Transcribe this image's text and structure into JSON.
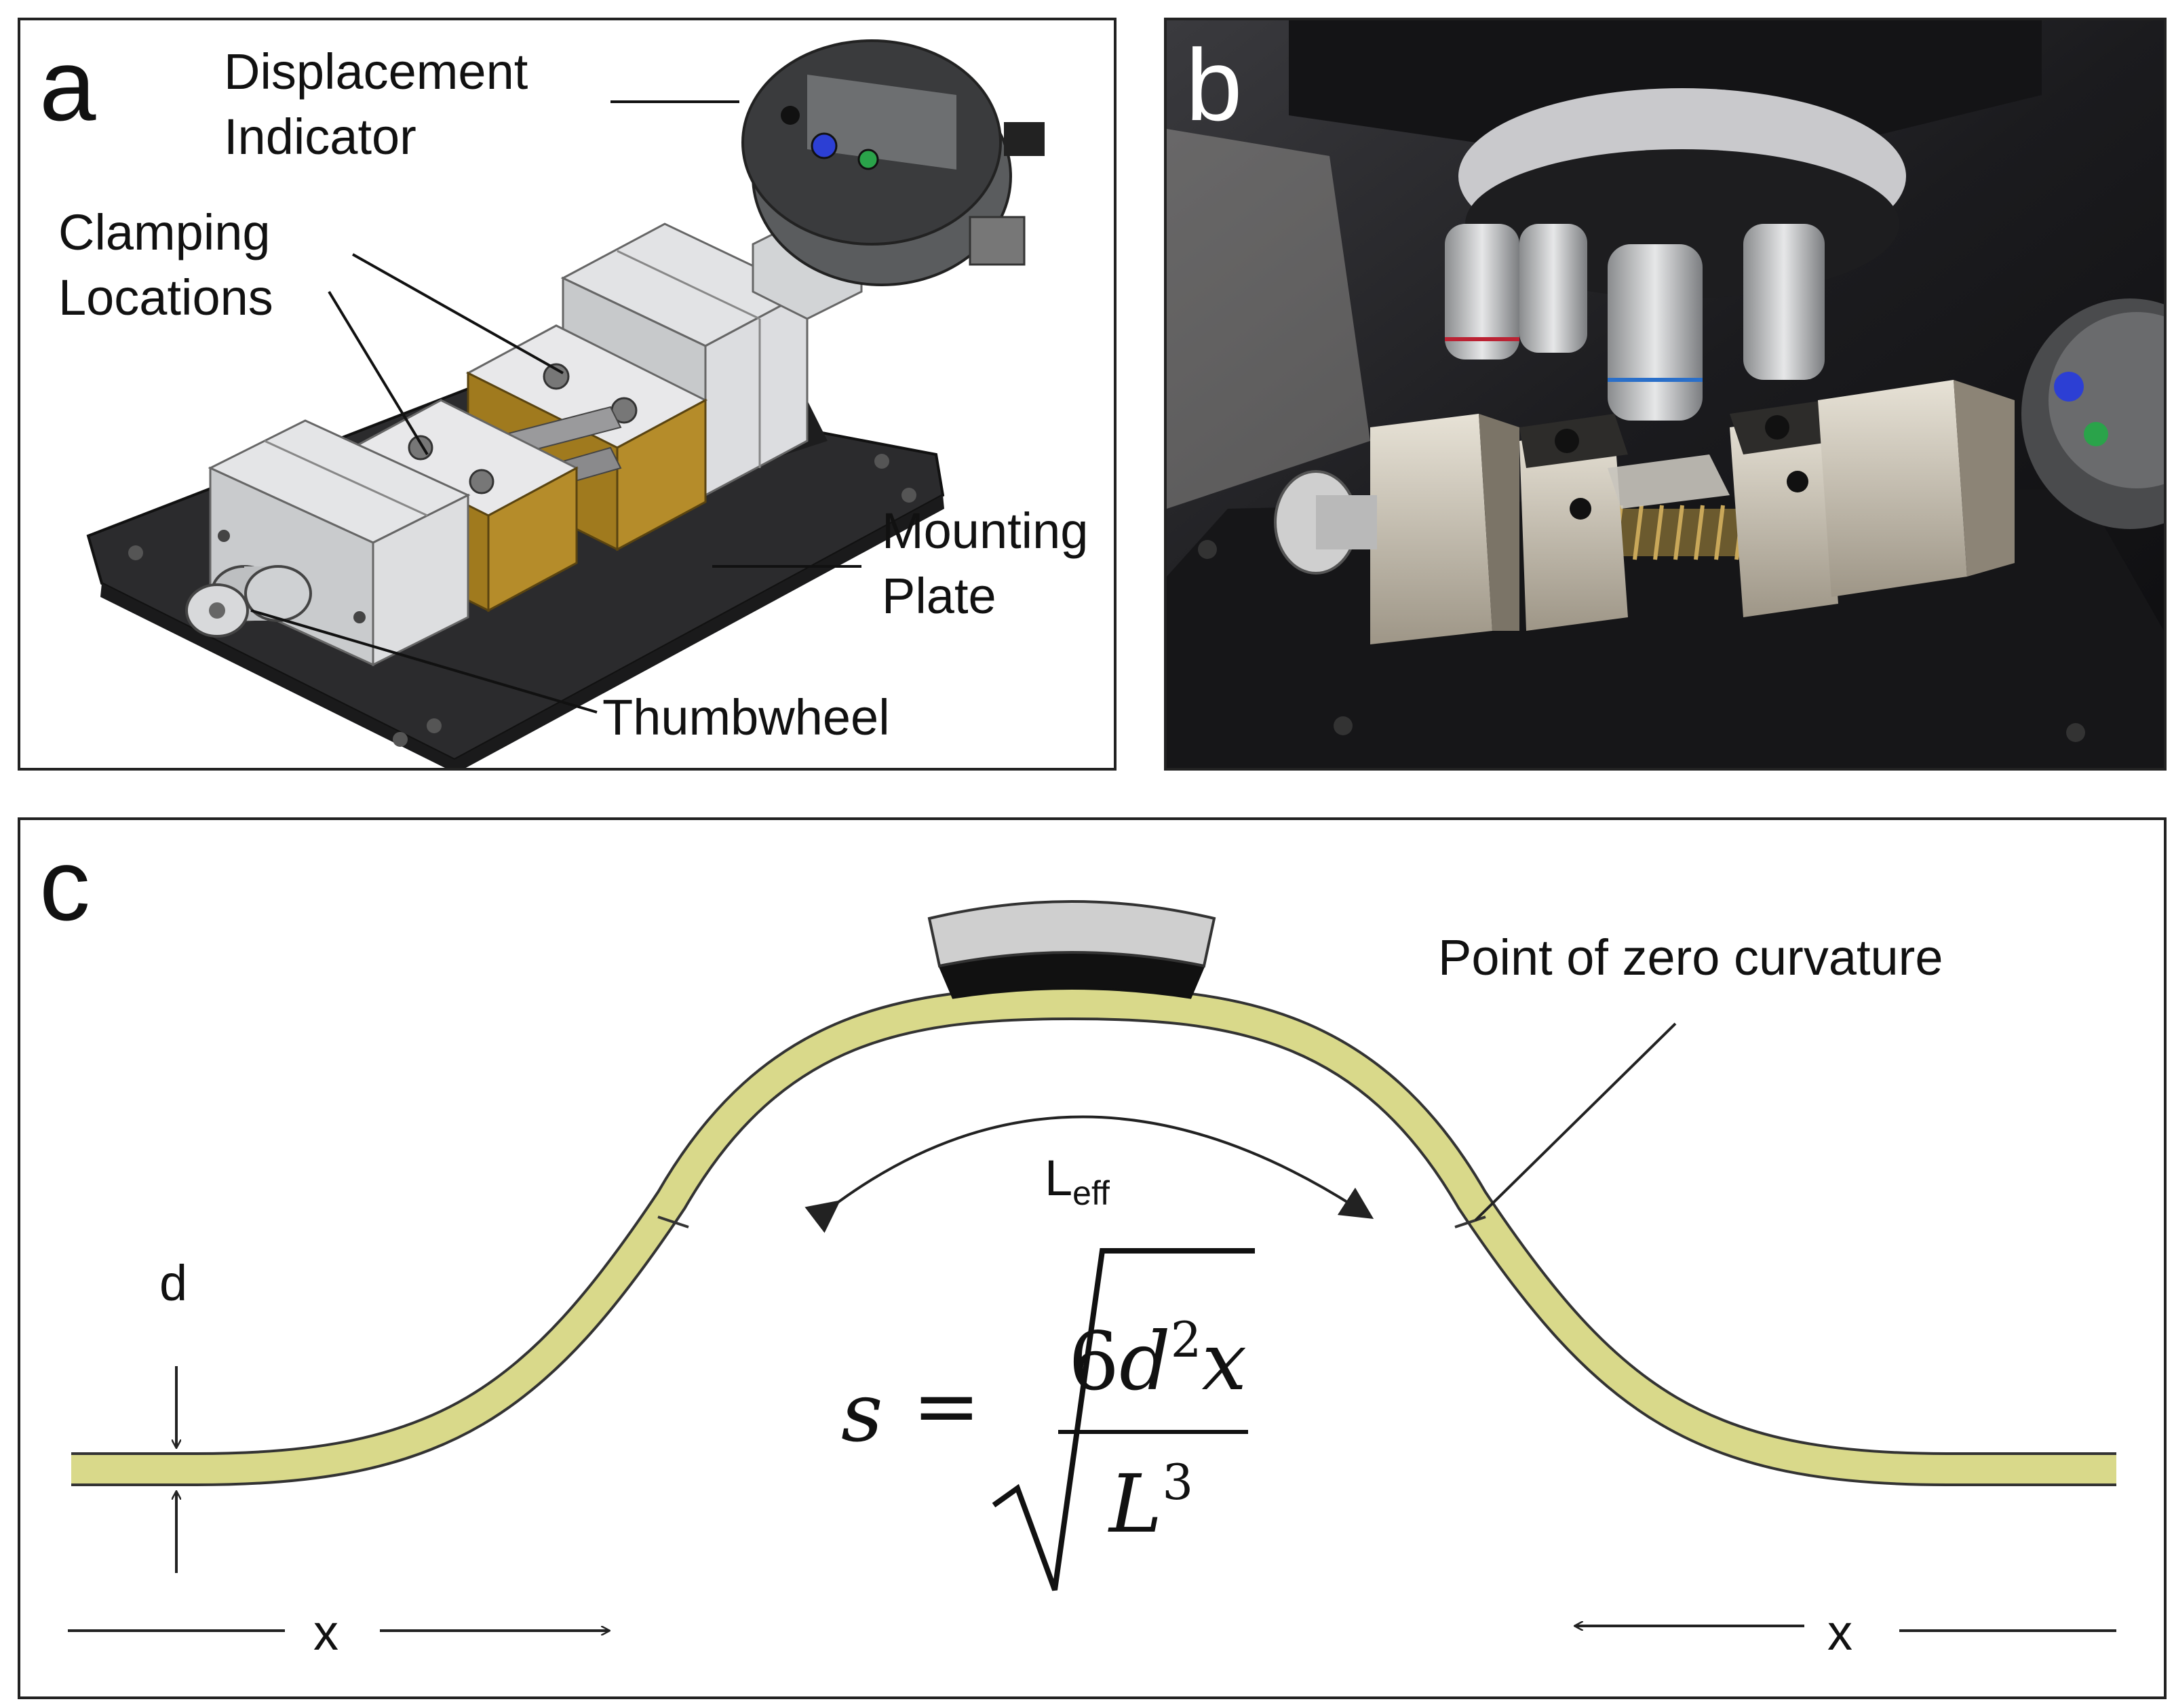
{
  "panel_a": {
    "letter": "a",
    "labels": {
      "displacement_line1": "Displacement",
      "displacement_line2": "Indicator",
      "clamping_line1": "Clamping",
      "clamping_line2": "Locations",
      "mounting_line1": "Mounting",
      "mounting_line2": "Plate",
      "thumbwheel": "Thumbwheel"
    },
    "colors": {
      "plate": "#2b2b2d",
      "block": "#d4d6d8",
      "brass": "#a07a1e",
      "dial_button_1": "#2c3fd4",
      "dial_button_2": "#2aa34a"
    }
  },
  "panel_b": {
    "letter": "b",
    "description_icon": "photo-microscope-bending-rig"
  },
  "panel_c": {
    "letter": "c",
    "labels": {
      "zero_curvature": "Point of zero curvature",
      "l_eff_main": "L",
      "l_eff_sub": "eff",
      "thickness": "d",
      "x_left": "x",
      "x_right": "x"
    },
    "formula": {
      "lhs": "s",
      "equals": "=",
      "numerator_coef": "6",
      "numerator_var": "d",
      "numerator_exp": "2",
      "numerator_var2": "x",
      "denominator_var": "L",
      "denominator_exp": "3"
    },
    "colors": {
      "strip": "#d9d98a",
      "strip_outline": "#333333",
      "cap_top": "#cfcfcf",
      "cap_base": "#111111"
    }
  }
}
